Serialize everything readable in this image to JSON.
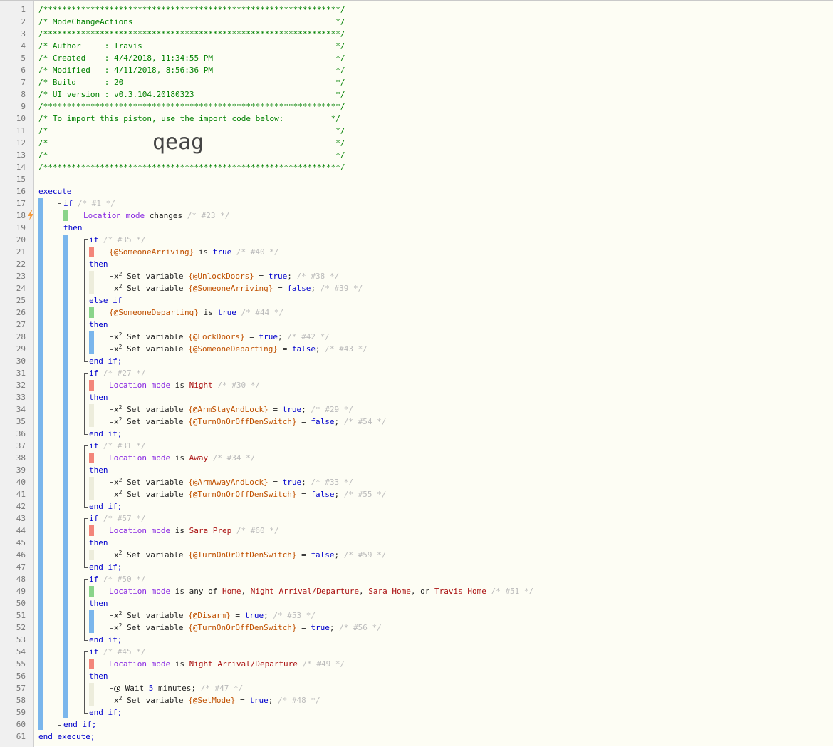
{
  "header_lines": [
    "/***************************************************************/",
    "/* ModeChangeActions                                           */",
    "/***************************************************************/",
    "/* Author     : Travis                                         */",
    "/* Created    : 4/4/2018, 11:34:55 PM                          */",
    "/* Modified   : 4/11/2018, 8:56:36 PM                          */",
    "/* Build      : 20                                             */",
    "/* UI version : v0.3.104.20180323                              */",
    "/***************************************************************/",
    "/* To import this piston, use the import code below:          */",
    "/*                                                             */",
    "/*                                                             */",
    "/*                                                             */",
    "/***************************************************************/"
  ],
  "import_code": "qeag",
  "kw": {
    "execute": "execute",
    "end_execute": "end execute;",
    "if": "if",
    "then": "then",
    "else_if": "else if",
    "end_if": "end if;",
    "is": "is",
    "changes": "changes",
    "set_variable": "Set variable",
    "wait": "Wait",
    "minutes": "minutes;",
    "is_any_of": "is any of"
  },
  "attr": {
    "location": "Location",
    "mode": "mode"
  },
  "vals": {
    "true": "true",
    "false": "false",
    "night": "Night",
    "away": "Away",
    "sara_prep": "Sara Prep",
    "home": "Home",
    "night_arr": "Night Arrival/Departure",
    "sara_home": "Sara Home",
    "travis_home": "Travis Home",
    "five": "5"
  },
  "vars": {
    "someone_arriving": "{@SomeoneArriving}",
    "someone_departing": "{@SomeoneDeparting}",
    "unlock_doors": "{@UnlockDoors}",
    "lock_doors": "{@LockDoors}",
    "arm_stay": "{@ArmStayAndLock}",
    "arm_away": "{@ArmAwayAndLock}",
    "turn_on_off": "{@TurnOnOrOffDenSwitch}",
    "disarm": "{@Disarm}",
    "set_mode": "{@SetMode}"
  },
  "comments": {
    "c1": "/* #1 */",
    "c23": "/* #23 */",
    "c35": "/* #35 */",
    "c40": "/* #40 */",
    "c38": "/* #38 */",
    "c39": "/* #39 */",
    "c44": "/* #44 */",
    "c42": "/* #42 */",
    "c43": "/* #43 */",
    "c27": "/* #27 */",
    "c30": "/* #30 */",
    "c29": "/* #29 */",
    "c54": "/* #54 */",
    "c31": "/* #31 */",
    "c34": "/* #34 */",
    "c33": "/* #33 */",
    "c55": "/* #55 */",
    "c57": "/* #57 */",
    "c60": "/* #60 */",
    "c59": "/* #59 */",
    "c50": "/* #50 */",
    "c51": "/* #51 */",
    "c53": "/* #53 */",
    "c56": "/* #56 */",
    "c45": "/* #45 */",
    "c49": "/* #49 */",
    "c47": "/* #47 */",
    "c48": "/* #48 */"
  },
  "punct": {
    "eq": "=",
    "semi": ";",
    "comma": ",",
    "or": "or",
    "x": "x",
    "two": "2"
  },
  "colors": {
    "blue_bar": "#7ab6ec",
    "green": "#8ad48a",
    "red": "#f3867a",
    "keyword": "#0000cc"
  },
  "line_count": 61
}
